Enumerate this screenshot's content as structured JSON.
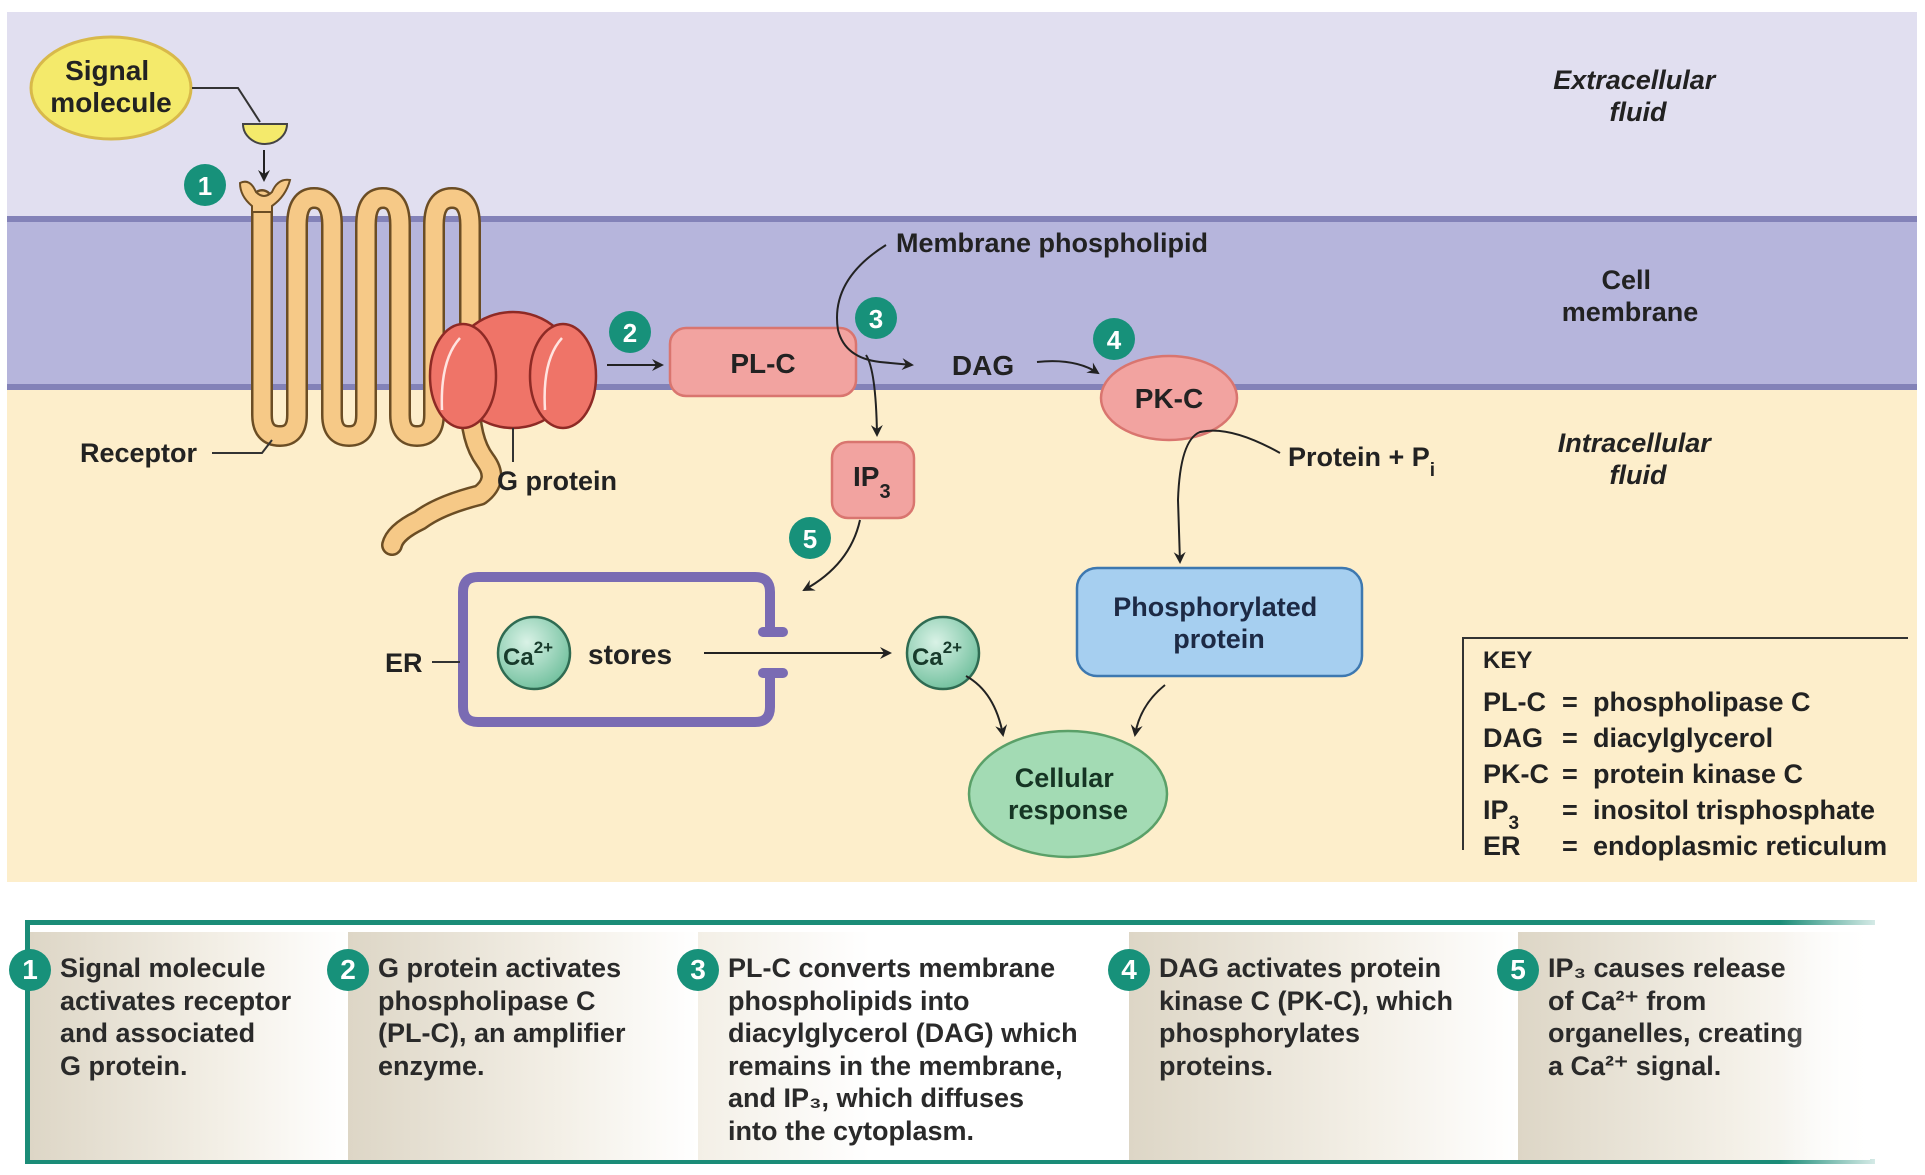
{
  "regions": {
    "extracellular": "Extracellular\nfluid",
    "membrane": "Cell\nmembrane",
    "intracellular": "Intracellular\nfluid"
  },
  "colors": {
    "extracellular_bg": "#e1dff0",
    "membrane_bg": "#b6b5dc",
    "membrane_edge": "#8382b8",
    "intracellular_bg": "#fdeecb",
    "receptor_fill": "#f6c987",
    "enzyme_fill": "#f2a3a0",
    "gprotein_fill": "#ef7468",
    "calcium_fill": "#8fcfb2",
    "response_fill": "#a3dbb4",
    "phospho_fill": "#a6cff0",
    "signal_fill": "#f4ea6b",
    "er_stroke": "#7a6bb3",
    "badge": "#17917a"
  },
  "labels": {
    "signal_molecule": [
      "Signal",
      "molecule"
    ],
    "receptor": "Receptor",
    "g_protein": "G protein",
    "membrane_phospholipid": "Membrane phospholipid",
    "plc": "PL-C",
    "dag": "DAG",
    "pkc": "PK-C",
    "ip3_main": "IP",
    "ip3_sub": "3",
    "protein_pi_main": "Protein + P",
    "protein_pi_sub": "i",
    "phosphorylated_protein": [
      "Phosphorylated",
      "protein"
    ],
    "er": "ER",
    "ca_main": "Ca",
    "ca_sup": "2+",
    "stores": "stores",
    "cellular_response": [
      "Cellular",
      "response"
    ]
  },
  "steps": [
    "1",
    "2",
    "3",
    "4",
    "5"
  ],
  "key": {
    "title": "KEY",
    "entries": [
      {
        "abbr": "PL-C",
        "abbr_sub": "",
        "eq": "=",
        "def": "phospholipase C"
      },
      {
        "abbr": "DAG",
        "abbr_sub": "",
        "eq": "=",
        "def": "diacylglycerol"
      },
      {
        "abbr": "PK-C",
        "abbr_sub": "",
        "eq": "=",
        "def": "protein kinase C"
      },
      {
        "abbr": "IP",
        "abbr_sub": "3",
        "eq": "=",
        "def": "inositol trisphosphate"
      },
      {
        "abbr": "ER",
        "abbr_sub": "",
        "eq": "=",
        "def": "endoplasmic reticulum"
      }
    ]
  },
  "captions": [
    {
      "num": "1",
      "text": "Signal molecule\nactivates receptor\nand associated\nG protein."
    },
    {
      "num": "2",
      "text": "G protein activates\nphospholipase C\n(PL-C), an amplifier\nenzyme."
    },
    {
      "num": "3",
      "text": "PL-C converts membrane\nphospholipids into\ndiacylglycerol (DAG) which\nremains in the membrane,\nand IP₃, which diffuses\ninto the cytoplasm."
    },
    {
      "num": "4",
      "text": "DAG activates protein\nkinase C (PK-C), which\nphosphorylates\nproteins."
    },
    {
      "num": "5",
      "text": "IP₃ causes release\nof Ca²⁺ from\norganelles, creating\na Ca²⁺ signal."
    }
  ]
}
